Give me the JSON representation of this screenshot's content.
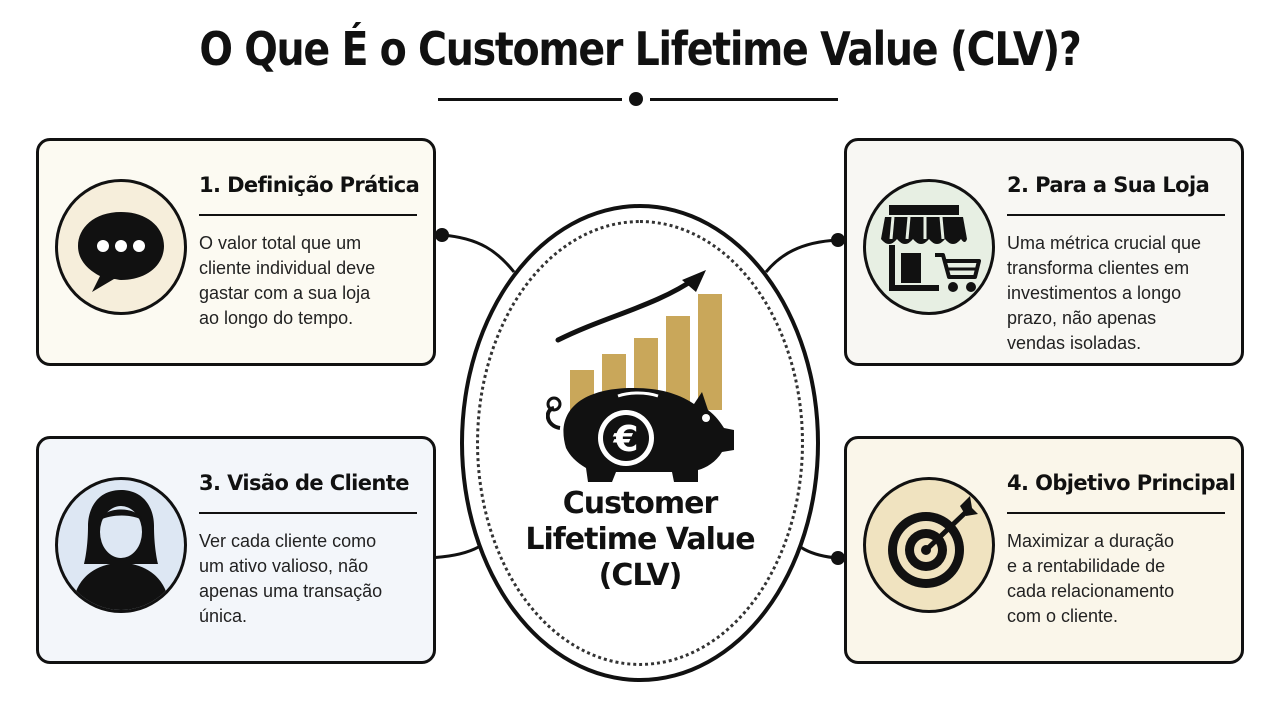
{
  "title": "O Que É o Customer Lifetime Value (CLV)?",
  "center": {
    "icon": "piggy-bank-euro-growth-icon",
    "label_lines": [
      "Customer",
      "Lifetime Value",
      "(CLV)"
    ]
  },
  "cards": [
    {
      "title": "1. Definição Prática",
      "icon": "speech-bubble-icon",
      "lines": [
        "O valor total que um",
        "cliente individual deve",
        "gastar com a sua loja",
        "ao longo do tempo."
      ]
    },
    {
      "title": "2. Para a Sua Loja",
      "icon": "storefront-cart-icon",
      "lines": [
        "Uma métrica crucial que",
        "transforma clientes em",
        "investimentos a longo",
        "prazo, não apenas",
        "vendas isoladas."
      ]
    },
    {
      "title": "3. Visão de Cliente",
      "icon": "person-avatar-icon",
      "lines": [
        "Ver cada cliente como",
        "um ativo valioso, não",
        "apenas uma transação",
        "única."
      ]
    },
    {
      "title": "4. Objetivo Principal",
      "icon": "target-arrow-icon",
      "lines": [
        "Maximizar a duração",
        "e a rentabilidade de",
        "cada relacionamento",
        "com o cliente."
      ]
    }
  ],
  "colors": {
    "ink": "#111111",
    "gold": "#c9a75a",
    "card1_bg": "#fcfaf2",
    "card2_bg": "#f8f7f3",
    "card3_bg": "#f3f6fa",
    "card4_bg": "#faf6ea"
  }
}
